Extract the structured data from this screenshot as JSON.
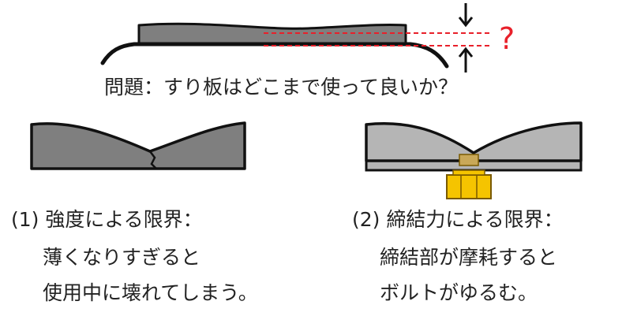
{
  "question": {
    "text": "問題：すり板はどこまで使って良いか？",
    "mark": "?"
  },
  "case1": {
    "title": "(1) 強度による限界：",
    "line1": "薄くなりすぎると",
    "line2": "使用中に壊れてしまう。"
  },
  "case2": {
    "title": "(2) 締結力による限界：",
    "line1": "締結部が摩耗すると",
    "line2": "ボルトがゆるむ。"
  },
  "colors": {
    "plate": "#7f7f7f",
    "plate_light": "#b5b5b5",
    "outline": "#111111",
    "guide": "#e8202a",
    "bolt": "#f5c400",
    "bolt_edge": "#7a5a00"
  }
}
